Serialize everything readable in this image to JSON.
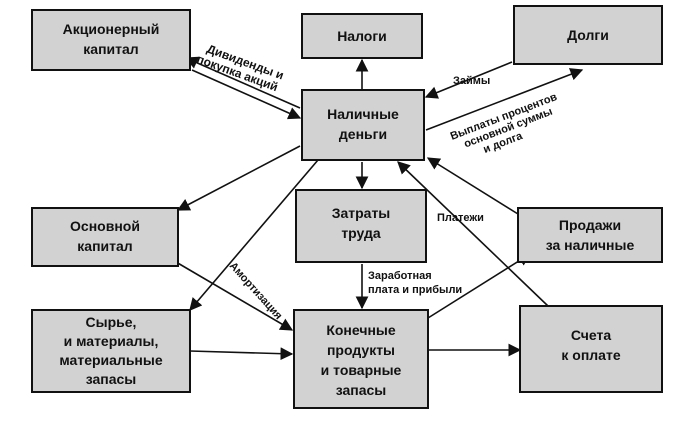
{
  "nodes": {
    "equity": {
      "line1": "Акционерный",
      "line2": "капитал"
    },
    "taxes": {
      "line1": "Налоги"
    },
    "debts": {
      "line1": "Долги"
    },
    "cash": {
      "line1": "Наличные",
      "line2": "деньги"
    },
    "fixed_capital": {
      "line1": "Основной",
      "line2": "капитал"
    },
    "labor_costs": {
      "line1": "Затраты",
      "line2": "труда"
    },
    "cash_sales": {
      "line1": "Продажи",
      "line2": "за наличные"
    },
    "raw_materials": {
      "line1": "Сырье,",
      "line2": "и материалы,",
      "line3": "материальные",
      "line4": "запасы"
    },
    "final_products": {
      "line1": "Конечные",
      "line2": "продукты",
      "line3": "и товарные",
      "line4": "запасы"
    },
    "receivables": {
      "line1": "Счета",
      "line2": "к оплате"
    }
  },
  "edge_labels": {
    "dividends": {
      "line1": "Дивиденды и",
      "line2": "покупка акций"
    },
    "loans": "Займы",
    "repayments": {
      "line1": "Выплаты процентов",
      "line2": "основной суммы",
      "line3": "и долга"
    },
    "payments": "Платежи",
    "wages": {
      "line1": "Заработная",
      "line2": "плата и прибыли"
    },
    "depreciation": "Амортизация"
  }
}
